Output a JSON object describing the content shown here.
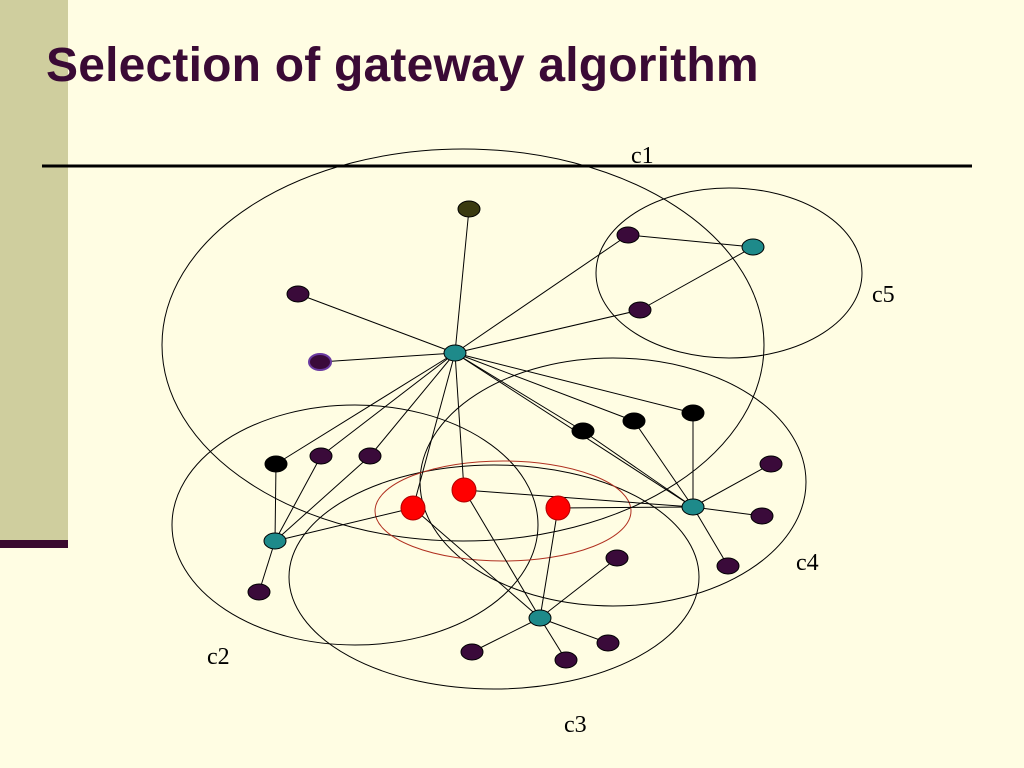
{
  "slide": {
    "title": "Selection of gateway algorithm",
    "colors": {
      "background": "#FFFDE3",
      "side_bar": "#CFCE9E",
      "side_accent": "#3A0A2E",
      "title": "#3A0A35"
    }
  },
  "diagram": {
    "cluster_labels": [
      "c1",
      "c2",
      "c3",
      "c4",
      "c5"
    ],
    "node_colors": {
      "member": "#3A0A3A",
      "cluster_head": "#1E8A8A",
      "gateway_candidate": "#FF0000",
      "black": "#000000",
      "olive": "#3A3A10",
      "outlined": "#4A1A70"
    }
  }
}
